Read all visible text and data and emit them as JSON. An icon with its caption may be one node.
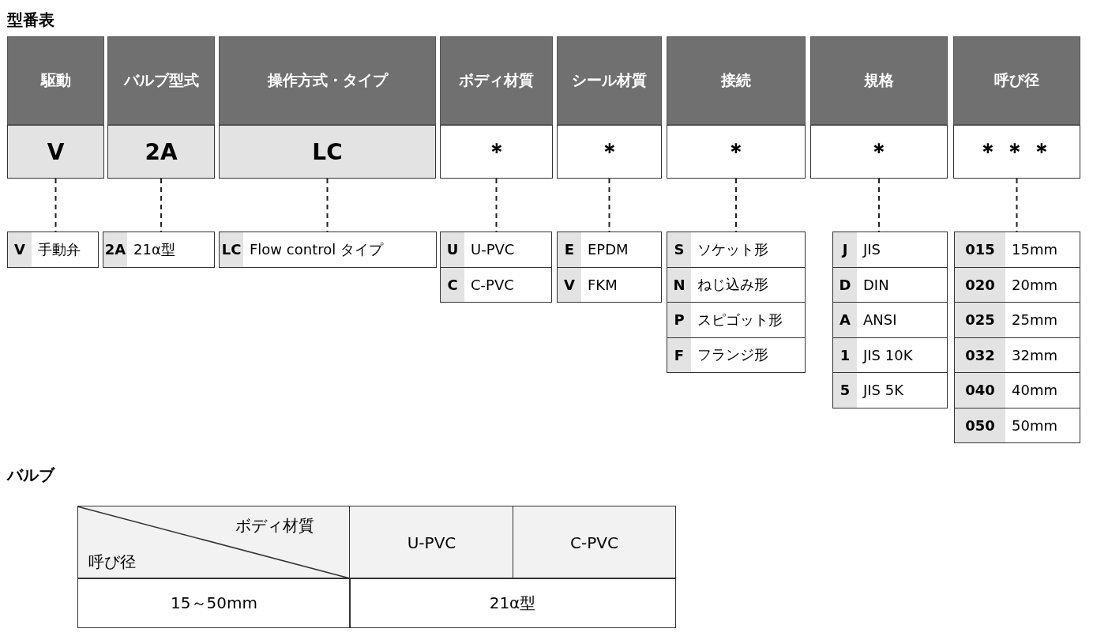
{
  "diagram": {
    "title": "型番表",
    "nodes": [
      {
        "text": [
          "駆動"
        ]
      },
      {
        "text": [
          "バルブ型式"
        ]
      },
      {
        "text": [
          "操作方式・タイプ"
        ]
      },
      {
        "text": [
          "ボディ材質"
        ]
      },
      {
        "text": [
          "シール材質"
        ]
      },
      {
        "text": [
          "接続"
        ]
      },
      {
        "text": [
          "規格"
        ]
      },
      {
        "text": [
          "呼び径"
        ]
      },
      {
        "text": [
          "V"
        ]
      },
      {
        "text": [
          "2A"
        ]
      },
      {
        "text": [
          "LC"
        ]
      },
      {
        "text": [
          "＊"
        ]
      },
      {
        "text": [
          "＊"
        ]
      },
      {
        "text": [
          "＊"
        ]
      },
      {
        "text": [
          "＊"
        ]
      },
      {
        "text": [
          "＊＊＊"
        ]
      },
      {
        "text": [
          "V",
          "手動弁"
        ]
      },
      {
        "text": [
          "2A",
          "21α型"
        ]
      },
      {
        "text": [
          "LC",
          "Flow control タイプ"
        ]
      },
      {
        "text": [
          "U",
          "U-PVC"
        ]
      },
      {
        "text": [
          "C",
          "C-PVC"
        ]
      },
      {
        "text": [
          "E",
          "EPDM"
        ]
      },
      {
        "text": [
          "V",
          "FKM"
        ]
      },
      {
        "text": [
          "S",
          "ソケット形"
        ]
      },
      {
        "text": [
          "N",
          "ねじ込み形"
        ]
      },
      {
        "text": [
          "P",
          "スピゴット形"
        ]
      },
      {
        "text": [
          "F",
          "フランジ形"
        ]
      },
      {
        "text": [
          "J",
          "JIS"
        ]
      },
      {
        "text": [
          "D",
          "DIN"
        ]
      },
      {
        "text": [
          "A",
          "ANSI"
        ]
      },
      {
        "text": [
          "1",
          "JIS 10K"
        ]
      },
      {
        "text": [
          "5",
          "JIS 5K"
        ]
      },
      {
        "text": [
          "015",
          "15mm"
        ]
      },
      {
        "text": [
          "020",
          "20mm"
        ]
      },
      {
        "text": [
          "025",
          "25mm"
        ]
      },
      {
        "text": [
          "032",
          "32mm"
        ]
      },
      {
        "text": [
          "040",
          "40mm"
        ]
      },
      {
        "text": [
          "050",
          "50mm"
        ]
      }
    ],
    "edges": [
      {
        "from": 8,
        "to": 16,
        "arrow": "none",
        "style": "dashed"
      },
      {
        "from": 9,
        "to": 17,
        "arrow": "none",
        "style": "dashed"
      },
      {
        "from": 10,
        "to": 18,
        "arrow": "none",
        "style": "dashed"
      },
      {
        "from": 11,
        "to": 19,
        "arrow": "none",
        "style": "dashed"
      },
      {
        "from": 12,
        "to": 21,
        "arrow": "none",
        "style": "dashed"
      },
      {
        "from": 13,
        "to": 23,
        "arrow": "none",
        "style": "dashed"
      },
      {
        "from": 14,
        "to": 27,
        "arrow": "none",
        "style": "dashed"
      },
      {
        "from": 15,
        "to": 32,
        "arrow": "none",
        "style": "dashed"
      }
    ],
    "labels": [
      "バルブ",
      "ボディ材質",
      "呼び径",
      "U-PVC",
      "C-PVC",
      "15～50mm",
      "21α型"
    ]
  }
}
